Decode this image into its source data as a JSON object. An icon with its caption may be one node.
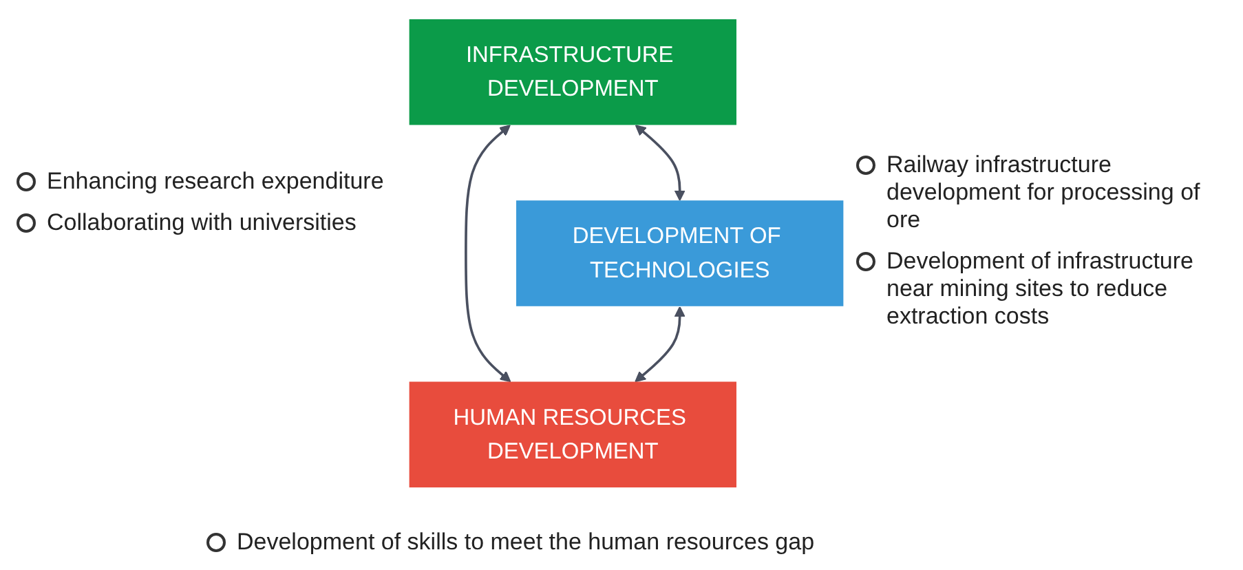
{
  "diagram": {
    "nodes": [
      {
        "text": [
          "INFRASTRUCTURE DEVELOPMENT"
        ]
      },
      {
        "text": [
          "DEVELOPMENT OF TECHNOLOGIES"
        ]
      },
      {
        "text": [
          "HUMAN RESOURCES DEVELOPMENT"
        ]
      }
    ],
    "edges": [
      {
        "from": 0,
        "to": 1,
        "arrow": "both"
      },
      {
        "from": 0,
        "to": 2,
        "arrow": "both"
      },
      {
        "from": 1,
        "to": 2,
        "arrow": "both"
      }
    ],
    "labels": [
      "Enhancing research expenditure",
      "Collaborating with universities",
      "Railway infrastructure development for processing of ore",
      "Development of infrastructure near mining sites to reduce extraction costs",
      "Development of skills to meet the human resources gap"
    ]
  }
}
